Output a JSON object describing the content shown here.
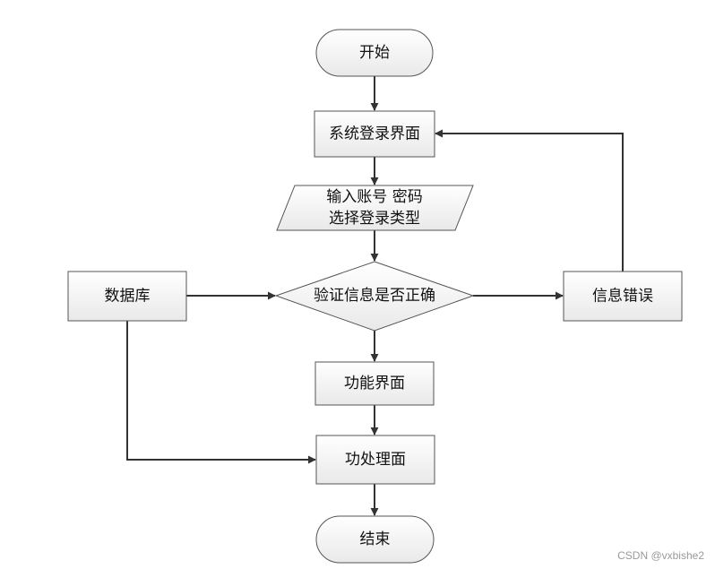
{
  "nodes": {
    "start": "开始",
    "login": "系统登录界面",
    "input": {
      "line1": "输入账号 密码",
      "line2": "选择登录类型"
    },
    "database": "数据库",
    "verify": "验证信息是否正确",
    "error": "信息错误",
    "function": "功能界面",
    "process": "功处理面",
    "end": "结束"
  },
  "watermark": "CSDN @vxbishe2"
}
